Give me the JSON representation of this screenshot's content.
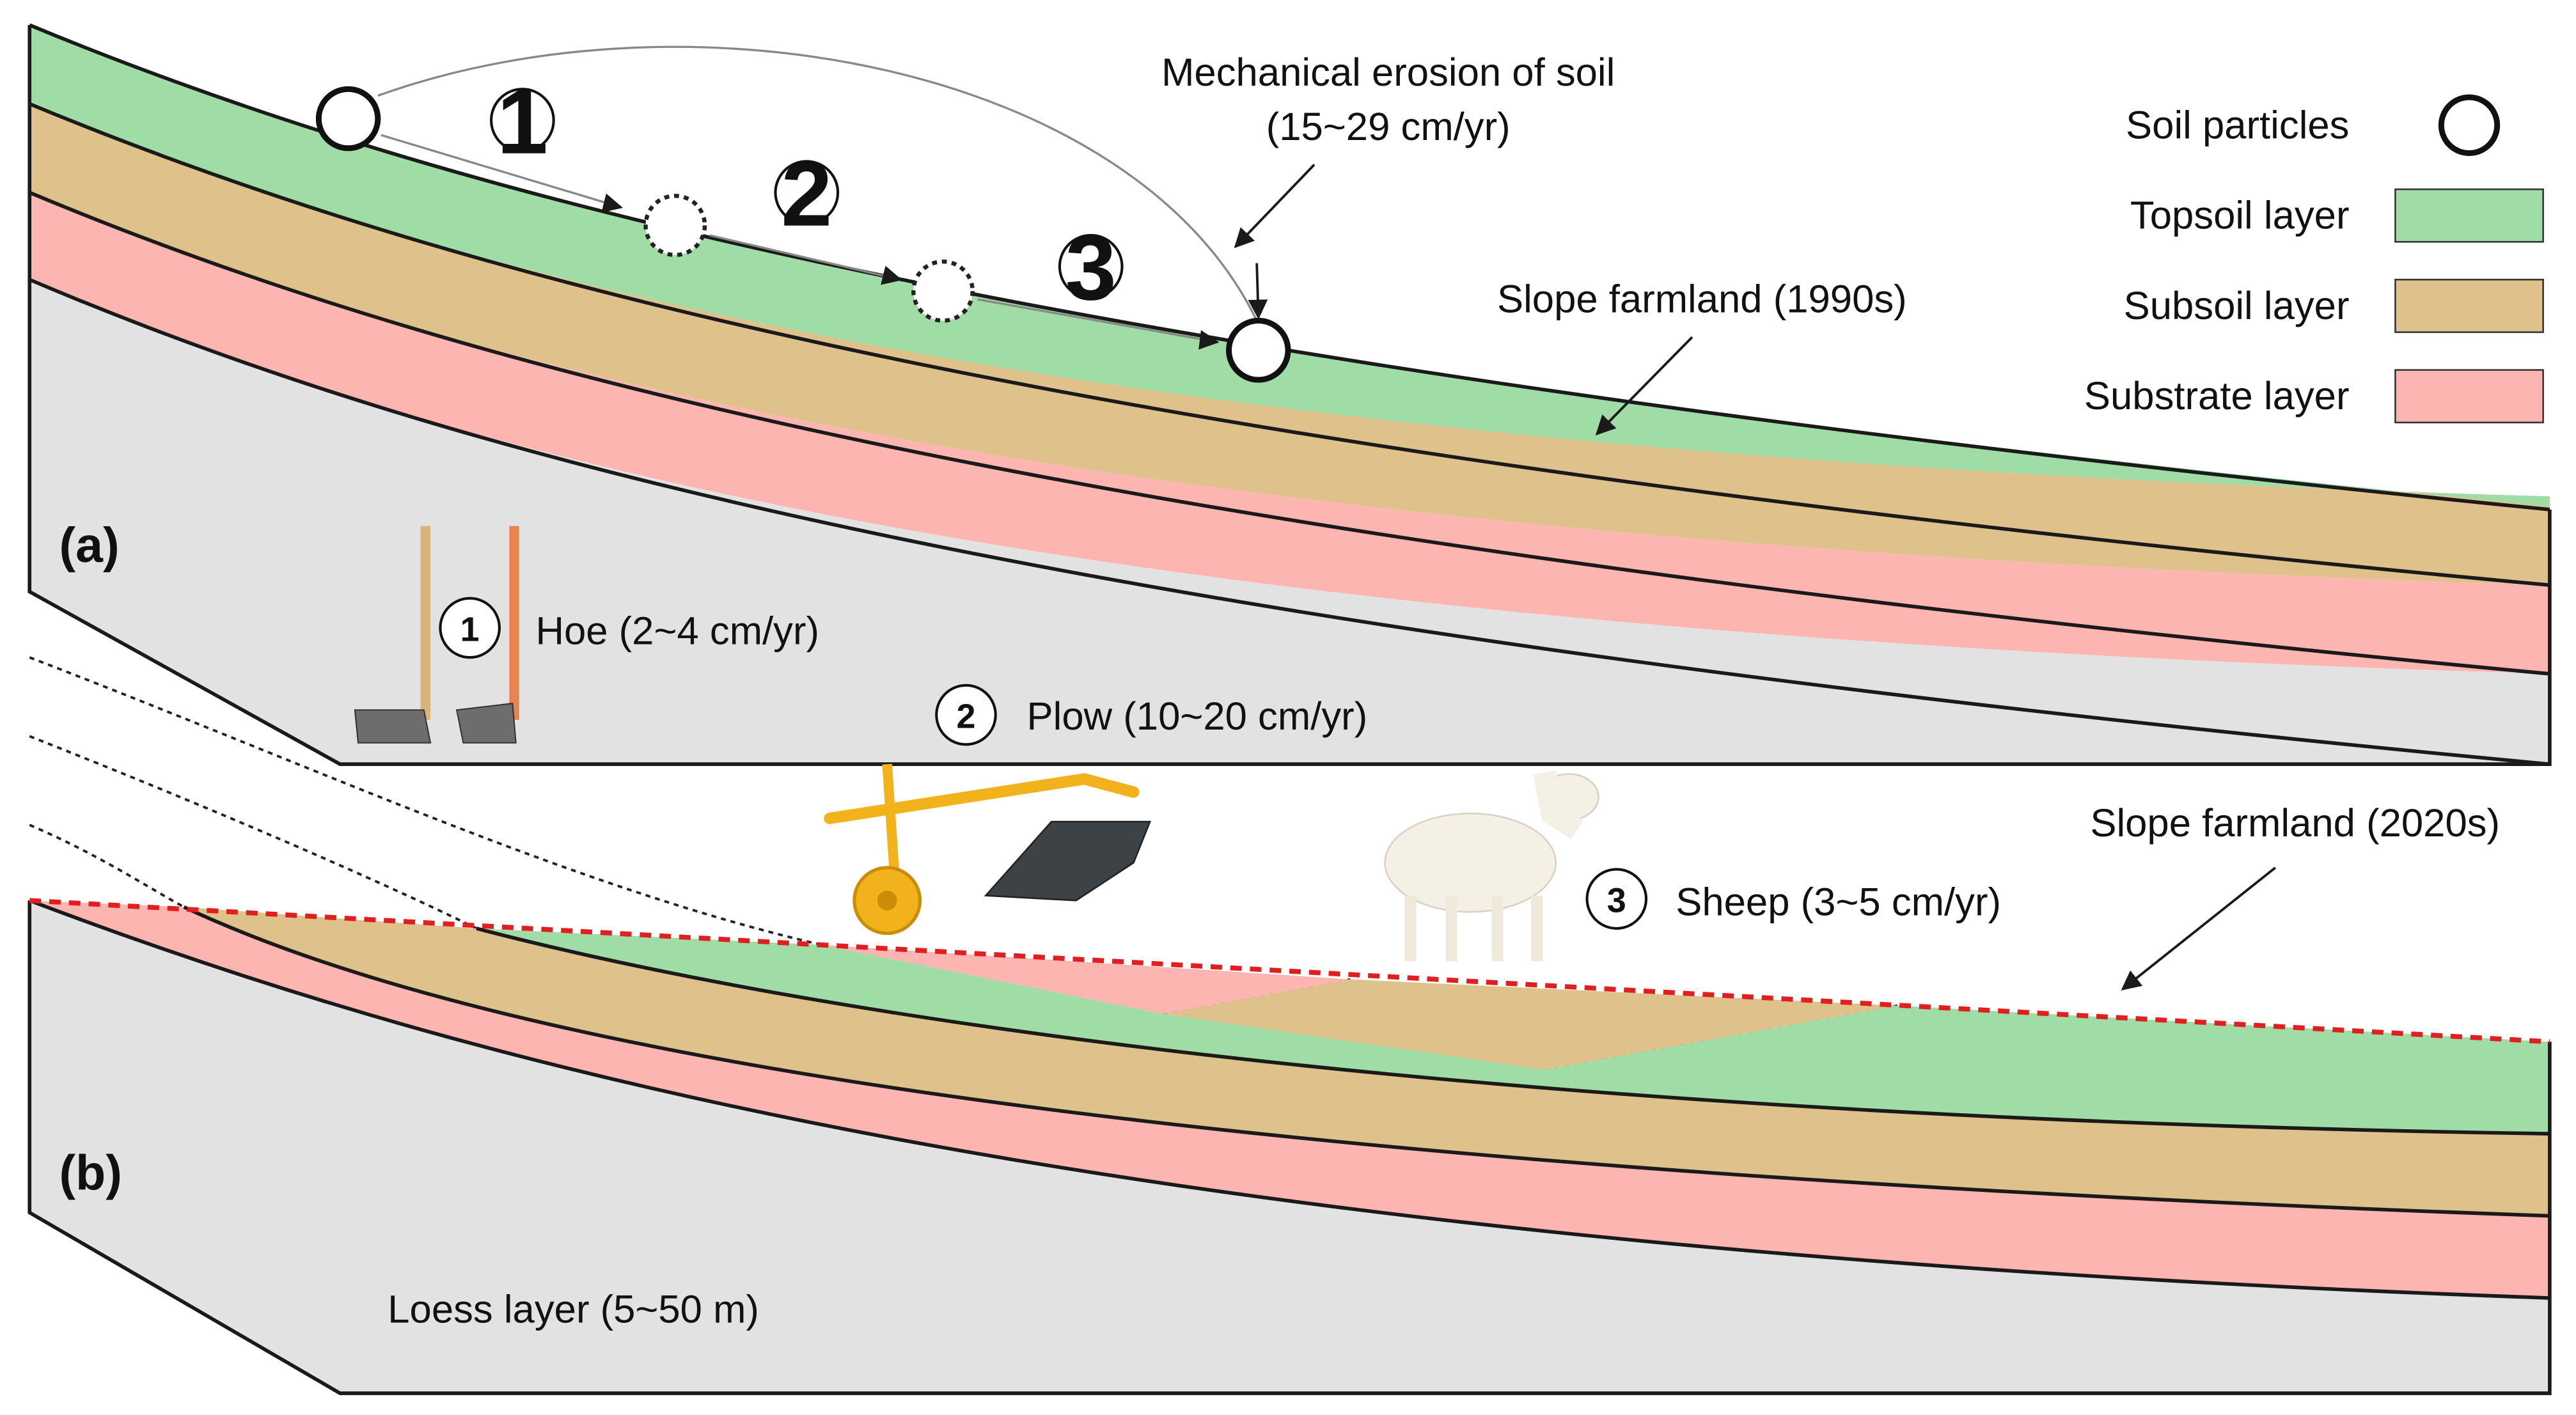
{
  "colors": {
    "topsoil": "#a0dca5",
    "subsoil": "#dfc18b",
    "substrate": "#fdb5b1",
    "loess": "#e2e2e2",
    "outline": "#1a1a1a",
    "red_dashed": "#e02020"
  },
  "legend": {
    "particles": "Soil particles",
    "topsoil": "Topsoil layer",
    "subsoil": "Subsoil layer",
    "substrate": "Substrate layer"
  },
  "panel_a": {
    "label": "(a)",
    "erosion_title": "Mechanical erosion of soil",
    "erosion_rate": "(15~29 cm/yr)",
    "farmland": "Slope farmland (1990s)",
    "steps": [
      "1",
      "2",
      "3"
    ]
  },
  "tools": {
    "hoe": {
      "num": "1",
      "text": "Hoe (2~4 cm/yr)"
    },
    "plow": {
      "num": "2",
      "text": "Plow (10~20 cm/yr)"
    },
    "sheep": {
      "num": "3",
      "text": "Sheep (3~5 cm/yr)"
    }
  },
  "panel_b": {
    "label": "(b)",
    "farmland": "Slope farmland (2020s)",
    "loess": "Loess layer (5~50 m)"
  },
  "icons": [
    "hoe-icon",
    "plow-icon",
    "sheep-icon",
    "soil-particle-icon"
  ]
}
